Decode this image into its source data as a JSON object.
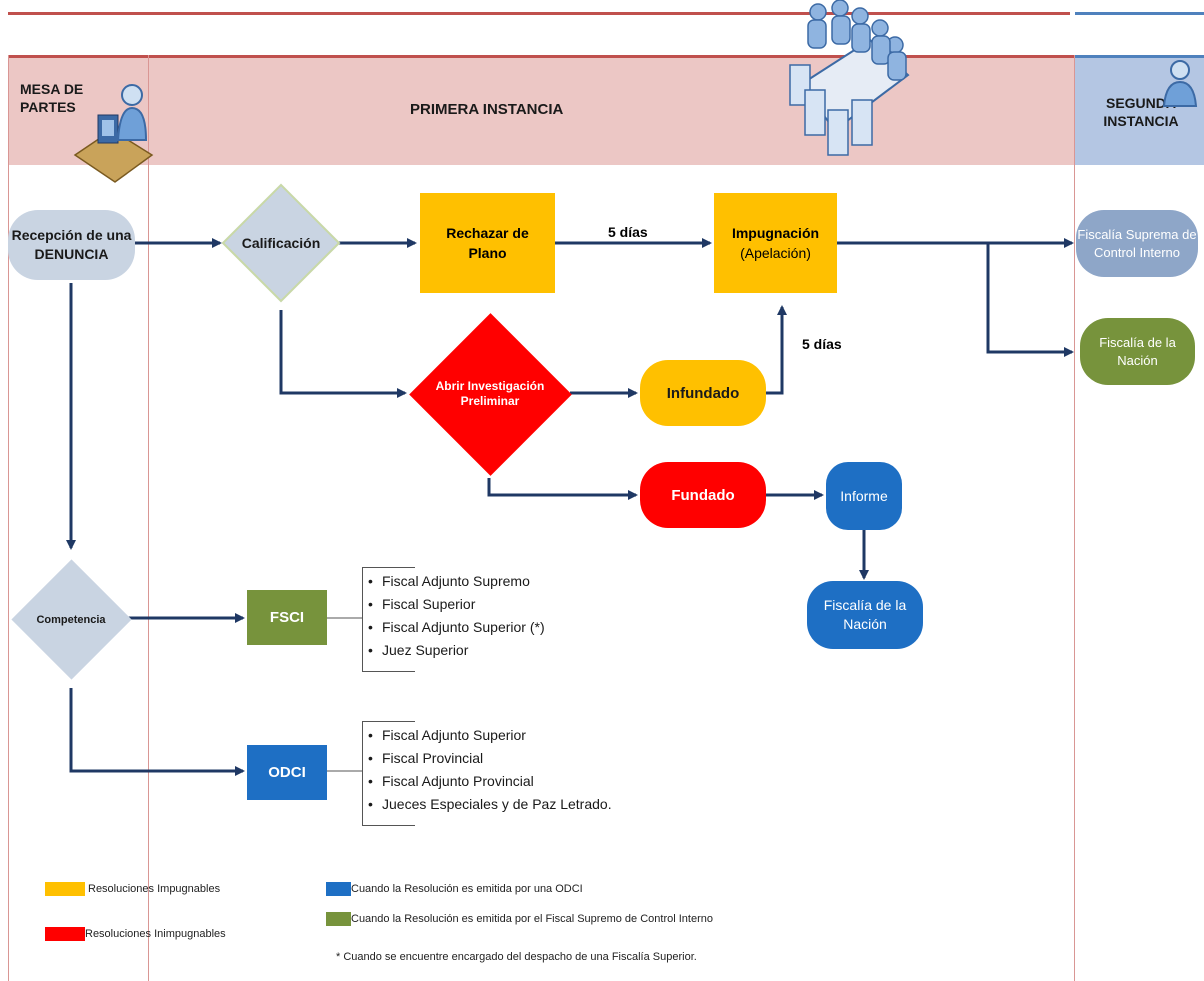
{
  "header": {
    "mesa_de_partes": "MESA DE PARTES",
    "primera_instancia": "PRIMERA INSTANCIA",
    "segunda_instancia": "SEGUNDA INSTANCIA"
  },
  "nodes": {
    "recepcion": "Recepción de una DENUNCIA",
    "calificacion": "Calificación",
    "rechazar": "Rechazar de Plano",
    "impugnacion_title": "Impugnación",
    "impugnacion_sub": "(Apelación)",
    "abrir": "Abrir Investigación Preliminar",
    "infundado": "Infundado",
    "fundado": "Fundado",
    "informe": "Informe",
    "fiscalia_nacion_1": "Fiscalía de la Nación",
    "fiscalia_suprema": "Fiscalía Suprema de Control Interno",
    "fiscalia_nacion_2": "Fiscalía de la Nación",
    "competencia": "Competencia",
    "fsci": "FSCI",
    "odci": "ODCI"
  },
  "edges": {
    "dias_1": "5 días",
    "dias_2": "5 días"
  },
  "fsci_list": [
    "Fiscal Adjunto Supremo",
    "Fiscal Superior",
    "Fiscal Adjunto Superior (*)",
    "Juez Superior"
  ],
  "odci_list": [
    "Fiscal Adjunto Superior",
    "Fiscal Provincial",
    "Fiscal Adjunto Provincial",
    "Jueces Especiales y de Paz Letrado."
  ],
  "legend": {
    "impugnables": "Resoluciones Impugnables",
    "inimpugnables": "Resoluciones Inimpugnables",
    "odci_note": "Cuando la Resolución es emitida por una ODCI",
    "fsci_note": "Cuando la Resolución es emitida por el Fiscal Supremo de Control Interno",
    "footnote": "*   Cuando se encuentre encargado del despacho de una Fiscalía Superior."
  },
  "colors": {
    "orange": "#ffc000",
    "red": "#ff0000",
    "blue": "#1e6fc4",
    "green": "#77933c",
    "gray_blue": "#c9d4e2",
    "arrow": "#1f3864"
  },
  "icons": [
    "receptionist-icon",
    "meeting-room-icon",
    "judge-icon"
  ]
}
